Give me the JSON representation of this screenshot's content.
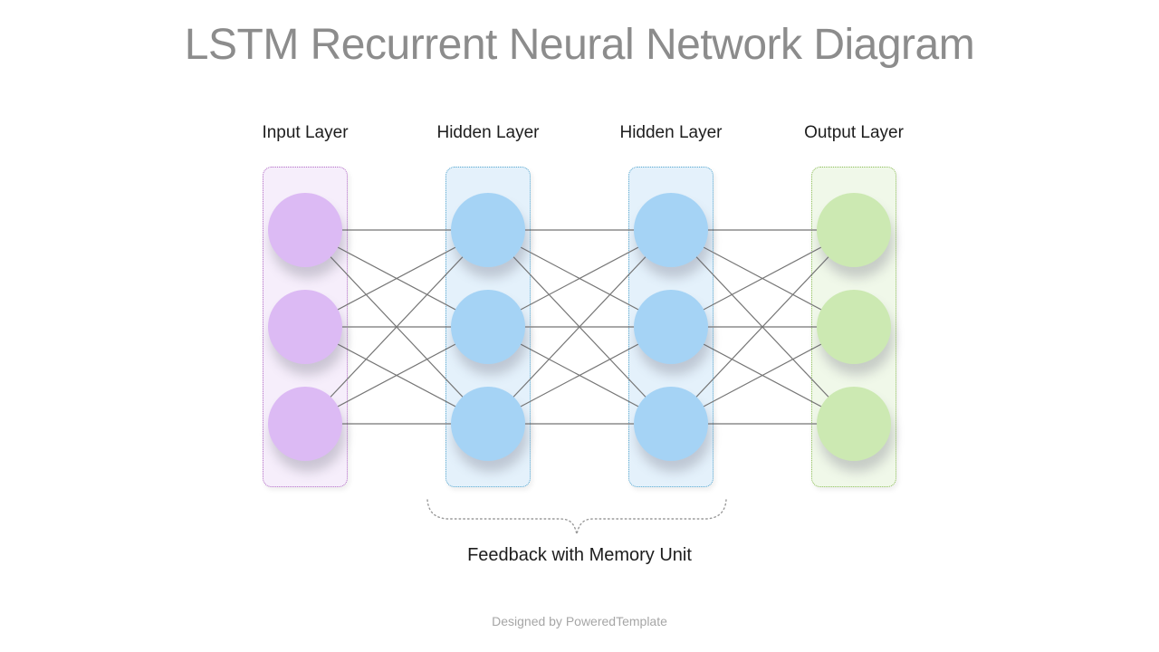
{
  "title": "LSTM Recurrent Neural Network Diagram",
  "layers": [
    {
      "label": "Input Layer",
      "nodes": 3,
      "node_color": "#dcbaf4",
      "box_color": "#f6eefb",
      "border_color": "#b36cc6"
    },
    {
      "label": "Hidden Layer",
      "nodes": 3,
      "node_color": "#a5d3f5",
      "box_color": "#e4f1fb",
      "border_color": "#56a7cf"
    },
    {
      "label": "Hidden Layer",
      "nodes": 3,
      "node_color": "#a5d3f5",
      "box_color": "#e4f1fb",
      "border_color": "#56a7cf"
    },
    {
      "label": "Output Layer",
      "nodes": 3,
      "node_color": "#cce9b2",
      "box_color": "#f0f8e9",
      "border_color": "#8cbd57"
    }
  ],
  "annotation": {
    "label": "Feedback with Memory Unit",
    "brace_color": "#9a9a9a"
  },
  "footer": {
    "credit": "Designed by PoweredTemplate"
  },
  "colors": {
    "connection_line": "#757575",
    "title_text": "#8c8c8c",
    "label_text": "#1d1d1d",
    "footer_text": "#a6a6a6",
    "background": "#ffffff"
  }
}
